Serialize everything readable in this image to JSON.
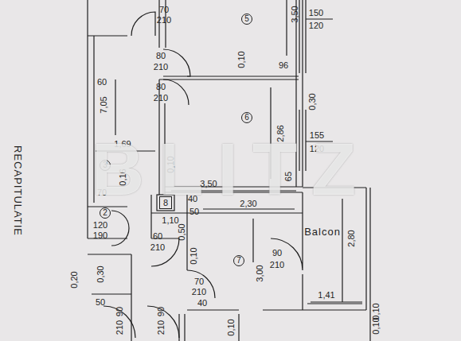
{
  "diagram": {
    "labels": [
      "70",
      "210",
      "3,50",
      "150",
      "120",
      "5",
      "80",
      "210",
      "0,10",
      "96",
      "60",
      "80",
      "210",
      "7,05",
      "0,30",
      "6",
      "2,86",
      "155",
      "120",
      "1,69",
      "0,10",
      "3",
      "0,16",
      "70",
      "3,50",
      "65",
      "2,30",
      "8",
      "40",
      "50",
      "2",
      "120",
      "190",
      "1,10",
      "0,50",
      "Balcon",
      "2,80",
      "60",
      "210",
      "0,10",
      "90",
      "210",
      "3,00",
      "70",
      "210",
      "0,30",
      "0,20",
      "40",
      "1,41",
      "0,10",
      "0,10",
      "50",
      "90",
      "210",
      "90",
      "210",
      "0,10",
      "RECAPITULATIE",
      "BLITZ",
      "7"
    ]
  }
}
